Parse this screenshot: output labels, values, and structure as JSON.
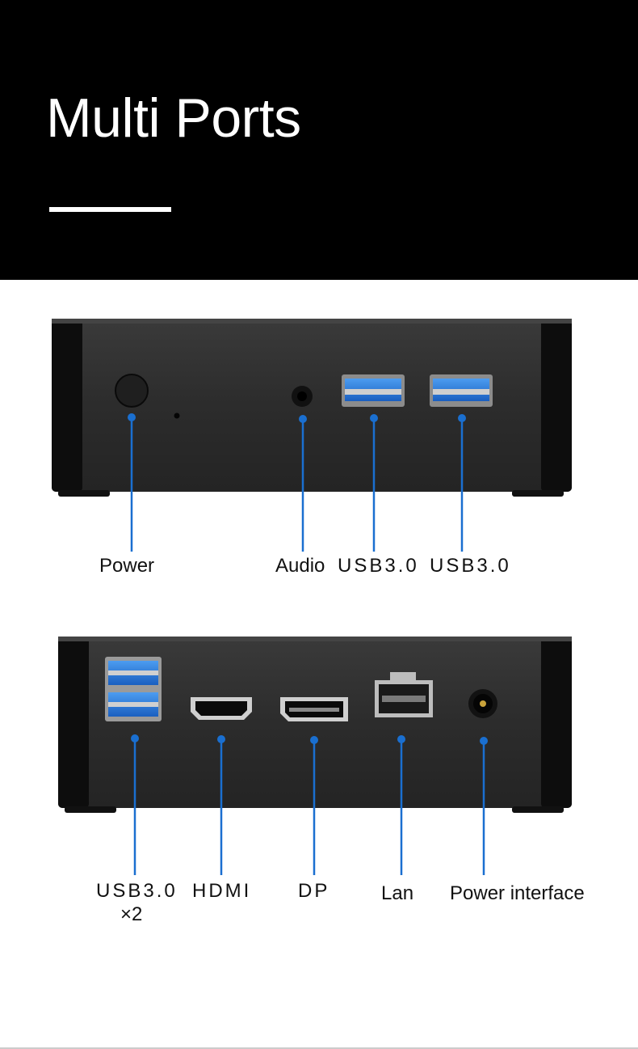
{
  "header": {
    "title": "Multi Ports"
  },
  "front": {
    "labels": {
      "power": "Power",
      "audio": "Audio",
      "usb1": "USB3.0",
      "usb2": "USB3.0"
    }
  },
  "rear": {
    "labels": {
      "usb": "USB3.0",
      "usb_count": "×2",
      "hdmi": "HDMI",
      "dp": "DP",
      "lan": "Lan",
      "power_interface": "Power interface"
    }
  },
  "colors": {
    "header_bg": "#000000",
    "device_body": "#2b2b2b",
    "leader_line": "#1a6fd0",
    "usb_blue": "#2a78d6"
  }
}
